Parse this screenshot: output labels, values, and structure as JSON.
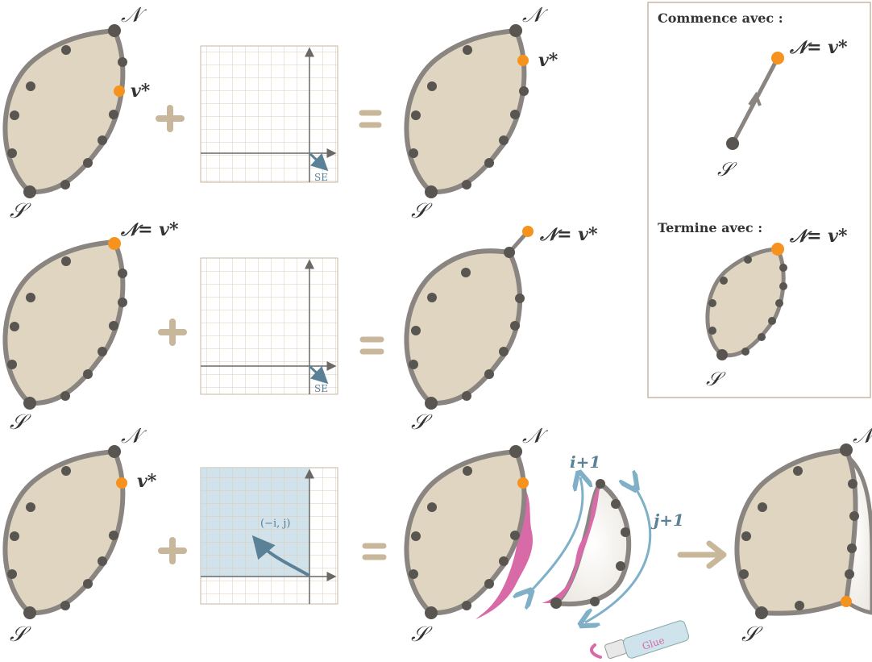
{
  "labels": {
    "north": "𝒩",
    "south": "𝒮",
    "vstar": "v*",
    "north_eq_vstar": "𝒩= v*",
    "se": "SE",
    "coord": "(−i, j)",
    "i_plus_one": "i+1",
    "j_plus_one": "j+1",
    "glue": "Glue"
  },
  "legend": {
    "starts_with": "Commence avec :",
    "ends_with": "Termine avec :"
  },
  "colors": {
    "region_fill": "#e0d5c1",
    "region_stroke": "#8a8580",
    "vertex": "#595550",
    "highlight_vertex": "#f6921e",
    "operator": "#c8b79a",
    "grid": "#dccbb8",
    "grid_shade": "#c9dde8",
    "arrow_blue": "#5a8196",
    "curve_arrow": "#7fb0c8",
    "glue_pink": "#d86aa8",
    "axis": "#6b6865"
  }
}
